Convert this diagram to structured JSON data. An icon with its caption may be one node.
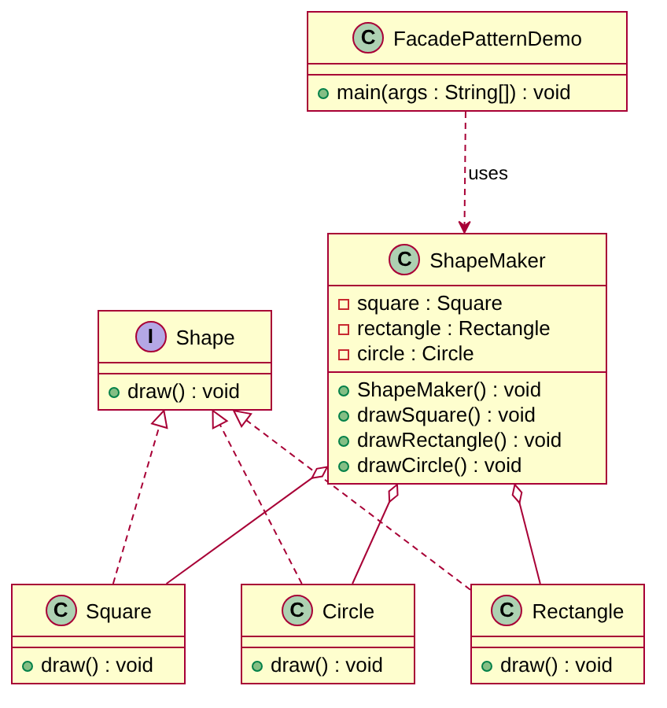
{
  "diagram": {
    "nodes": [
      {
        "text": [
          "C",
          "FacadePatternDemo",
          "main(args : String[]) : void"
        ]
      },
      {
        "text": [
          "C",
          "ShapeMaker",
          "square : Square",
          "rectangle : Rectangle",
          "circle : Circle",
          "ShapeMaker() : void",
          "drawSquare() : void",
          "drawRectangle() : void",
          "drawCircle() : void"
        ]
      },
      {
        "text": [
          "I",
          "Shape",
          "draw() : void"
        ]
      },
      {
        "text": [
          "C",
          "Square",
          "draw() : void"
        ]
      },
      {
        "text": [
          "C",
          "Circle",
          "draw() : void"
        ]
      },
      {
        "text": [
          "C",
          "Rectangle",
          "draw() : void"
        ]
      }
    ],
    "edges": [
      {
        "from": 0,
        "to": 1,
        "arrow": "to",
        "style": "dashed",
        "label": "uses"
      },
      {
        "from": 3,
        "to": 2,
        "arrow": "to",
        "style": "dashed"
      },
      {
        "from": 4,
        "to": 2,
        "arrow": "to",
        "style": "dashed"
      },
      {
        "from": 5,
        "to": 2,
        "arrow": "to",
        "style": "dashed"
      },
      {
        "from": 1,
        "to": 3,
        "arrow": "other"
      },
      {
        "from": 1,
        "to": 4,
        "arrow": "other"
      },
      {
        "from": 1,
        "to": 5,
        "arrow": "other"
      }
    ]
  }
}
